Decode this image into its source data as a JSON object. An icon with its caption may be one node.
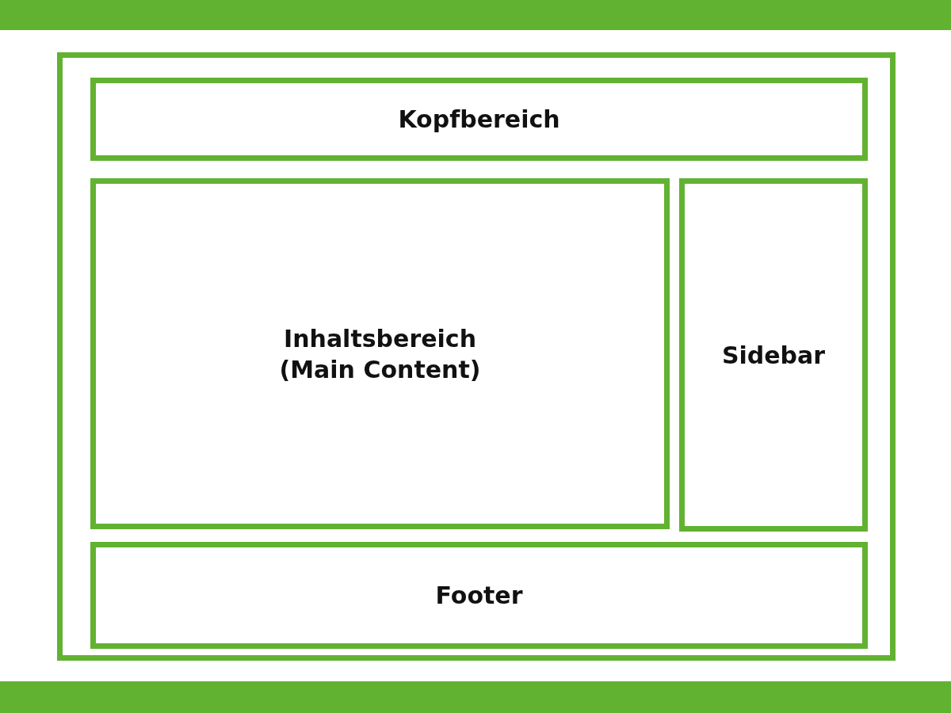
{
  "diagram": {
    "nodes": [
      {
        "text": [],
        "shape": "box"
      },
      {
        "text": [
          "Kopfbereich"
        ],
        "in": 0
      },
      {
        "text": [
          "Inhaltsbereich (Main Content)"
        ],
        "in": 0
      },
      {
        "text": [
          "Sidebar"
        ],
        "in": 0
      },
      {
        "text": [
          "Footer"
        ],
        "in": 0
      }
    ],
    "edges": []
  }
}
